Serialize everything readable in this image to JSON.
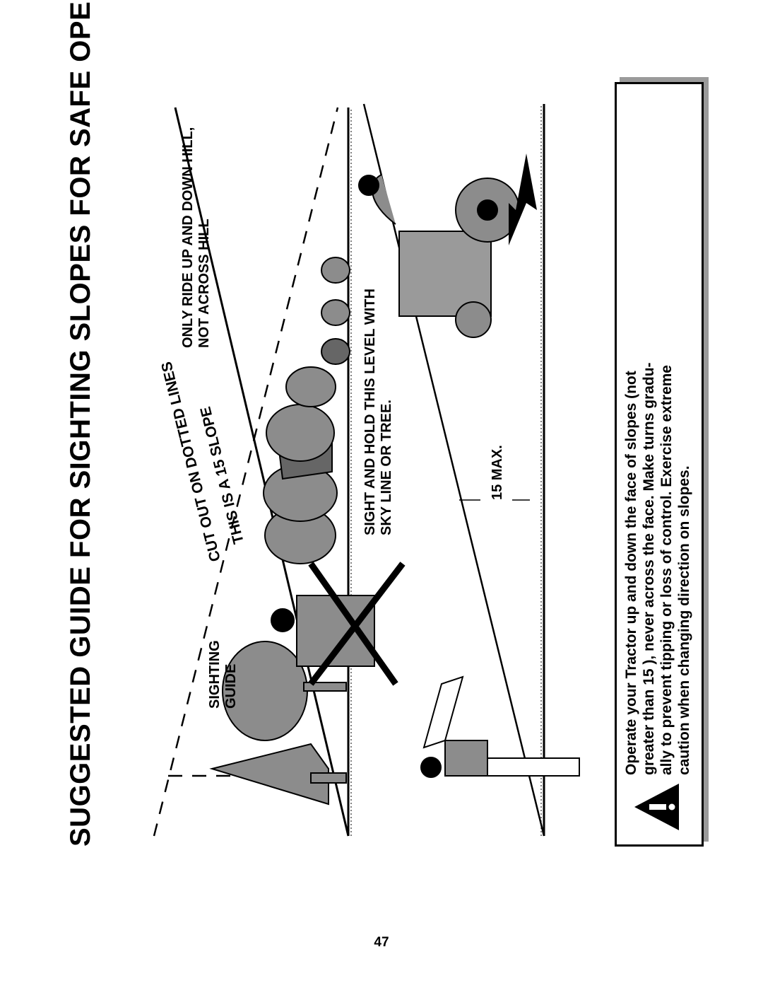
{
  "title": "SUGGESTED GUIDE FOR SIGHTING SLOPES FOR SAFE OPERATION",
  "labels": {
    "sighting_guide_1": "SIGHTING",
    "sighting_guide_2": "GUIDE",
    "cut_out_1": "CUT OUT ON DOTTED LINES",
    "cut_out_2": "THIS IS A 15  SLOPE",
    "ride_1": "ONLY RIDE UP AND DOWN HILL,",
    "ride_2": "NOT ACROSS HILL",
    "sight_1": "SIGHT AND HOLD THIS LEVEL WITH",
    "sight_2": "SKY LINE OR TREE.",
    "max": "15  MAX."
  },
  "warning": {
    "icon": "warning-triangle-icon",
    "lines": [
      "Operate your Tractor up and down the face of slopes (not",
      "greater than 15 ), never across the face. Make turns gradu-",
      "ally to prevent tipping or loss of control. Exercise extreme",
      "caution when changing direction on slopes."
    ]
  },
  "page_number": "47",
  "colors": {
    "ink": "#000000",
    "tree_fill": "#8c8c8c",
    "shadow": "#9a9a9a"
  }
}
